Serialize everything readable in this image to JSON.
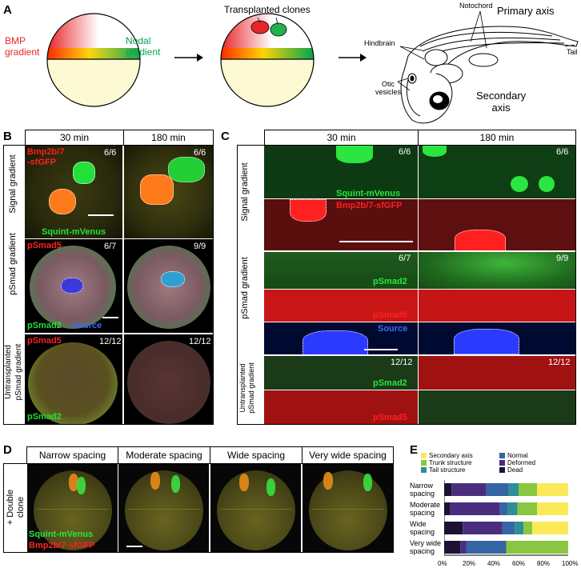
{
  "panels": {
    "A": "A",
    "B": "B",
    "C": "C",
    "D": "D",
    "E": "E"
  },
  "panelA": {
    "bmp_label": "BMP\ngradient",
    "nodal_label": "Nodal\ngradient",
    "transplanted": "Transplanted clones",
    "notochord": "Notochord",
    "primary_axis": "Primary axis",
    "hindbrain": "Hindbrain",
    "tail": "Tail",
    "otic": "Otic\nvesicles",
    "secondary_axis": "Secondary\naxis"
  },
  "panelB": {
    "col_headers": [
      "30 min",
      "180 min"
    ],
    "row_labels": [
      "Signal gradient",
      "pSmad gradient",
      "Untransplanted\npSmad gradient"
    ],
    "r1_red": "Bmp2b/7\n-sfGFP",
    "r1_green": "Squint-mVenus",
    "r2_red": "pSmad5",
    "r2_green": "pSmad2",
    "r2_blue": "Source",
    "r3_red": "pSmad5",
    "r3_green": "pSmad2",
    "counts": [
      "6/6",
      "6/6",
      "6/7",
      "9/9",
      "12/12",
      "12/12"
    ]
  },
  "panelC": {
    "col_headers": [
      "30 min",
      "180 min"
    ],
    "row_labels": [
      "Signal gradient",
      "pSmad gradient",
      "Untransplanted\npSmad gradient"
    ],
    "green1": "Squint-mVenus",
    "red1": "Bmp2b/7-sfGFP",
    "green2": "pSmad2",
    "red2": "pSmad5",
    "blue2": "Source",
    "green3": "pSmad2",
    "red3": "pSmad5",
    "counts": [
      "6/6",
      "6/6",
      "6/7",
      "9/9",
      "12/12",
      "12/12"
    ]
  },
  "panelD": {
    "col_headers": [
      "Narrow spacing",
      "Moderate spacing",
      "Wide spacing",
      "Very wide spacing"
    ],
    "row_label": "+ Double\nclone",
    "green": "Squint-mVenus",
    "red": "Bmp2b/7-sfGFP"
  },
  "chart_data": {
    "type": "bar",
    "orientation": "horizontal-stacked",
    "categories": [
      "Narrow spacing",
      "Moderate spacing",
      "Wide spacing",
      "Very wide spacing"
    ],
    "series": [
      {
        "name": "Dead",
        "color": "#1d1233",
        "values": [
          6,
          5,
          15,
          13
        ]
      },
      {
        "name": "Deformed",
        "color": "#4b2d7f",
        "values": [
          28,
          40,
          32,
          5
        ]
      },
      {
        "name": "Normal",
        "color": "#3565a5",
        "values": [
          18,
          6,
          10,
          32
        ]
      },
      {
        "name": "Tail structure",
        "color": "#2c8f96",
        "values": [
          8,
          8,
          7,
          0
        ]
      },
      {
        "name": "Trunk structure",
        "color": "#8ac640",
        "values": [
          15,
          16,
          7,
          50
        ]
      },
      {
        "name": "Secondary axis",
        "color": "#fbe95a",
        "values": [
          25,
          25,
          29,
          0
        ]
      }
    ],
    "xlim": [
      0,
      100
    ],
    "xticks": [
      "0%",
      "20%",
      "40%",
      "60%",
      "80%",
      "100%"
    ],
    "legend_placement": "top"
  }
}
